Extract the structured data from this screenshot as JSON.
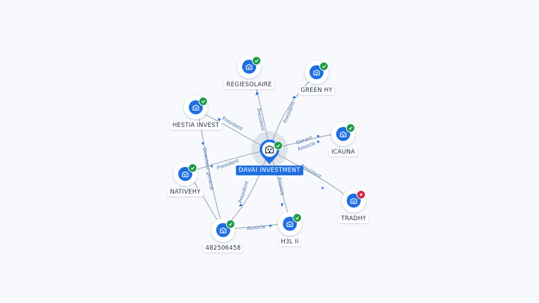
{
  "center": {
    "name": "DAVAI INVESTMENT",
    "icon": "building-icon",
    "status": "active"
  },
  "nodes": [
    {
      "id": "regiesolaire",
      "name": "REGIESOLAIRE",
      "icon": "building-icon",
      "status": "active"
    },
    {
      "id": "greenhy",
      "name": "GREEN HY",
      "icon": "building-icon",
      "status": "active"
    },
    {
      "id": "hestia",
      "name": "HESTIA INVEST",
      "icon": "building-icon",
      "status": "active"
    },
    {
      "id": "icauna",
      "name": "ICAUNA",
      "icon": "building-icon",
      "status": "active"
    },
    {
      "id": "nativehy",
      "name": "NATIVEHY",
      "icon": "building-icon",
      "status": "active"
    },
    {
      "id": "tradhy",
      "name": "TRADHY",
      "icon": "building-icon",
      "status": "inactive"
    },
    {
      "id": "n482506458",
      "name": "482506458",
      "icon": "building-icon",
      "status": "active"
    },
    {
      "id": "h3lii",
      "name": "H3L II",
      "icon": "building-icon",
      "status": "active"
    }
  ],
  "edges": [
    {
      "id": "e-regie",
      "label": "President"
    },
    {
      "id": "e-green",
      "label": "President"
    },
    {
      "id": "e-hestia",
      "label": "President"
    },
    {
      "id": "e-icauna",
      "label": "Gerant"
    },
    {
      "id": "e-icauna2",
      "label": "Associe"
    },
    {
      "id": "e-nativehy",
      "label": "President"
    },
    {
      "id": "e-tradhy",
      "label": "President"
    },
    {
      "id": "e-482",
      "label": "President"
    },
    {
      "id": "e-h3l",
      "label": "Associe"
    },
    {
      "id": "e-482-h3l",
      "label": "Associe"
    },
    {
      "id": "e-hestia-482",
      "label": "Directeur general"
    }
  ],
  "colors": {
    "accent": "#1f6fe0",
    "active": "#1e9c4a",
    "inactive": "#d9243c",
    "edge": "#8a97a6"
  }
}
